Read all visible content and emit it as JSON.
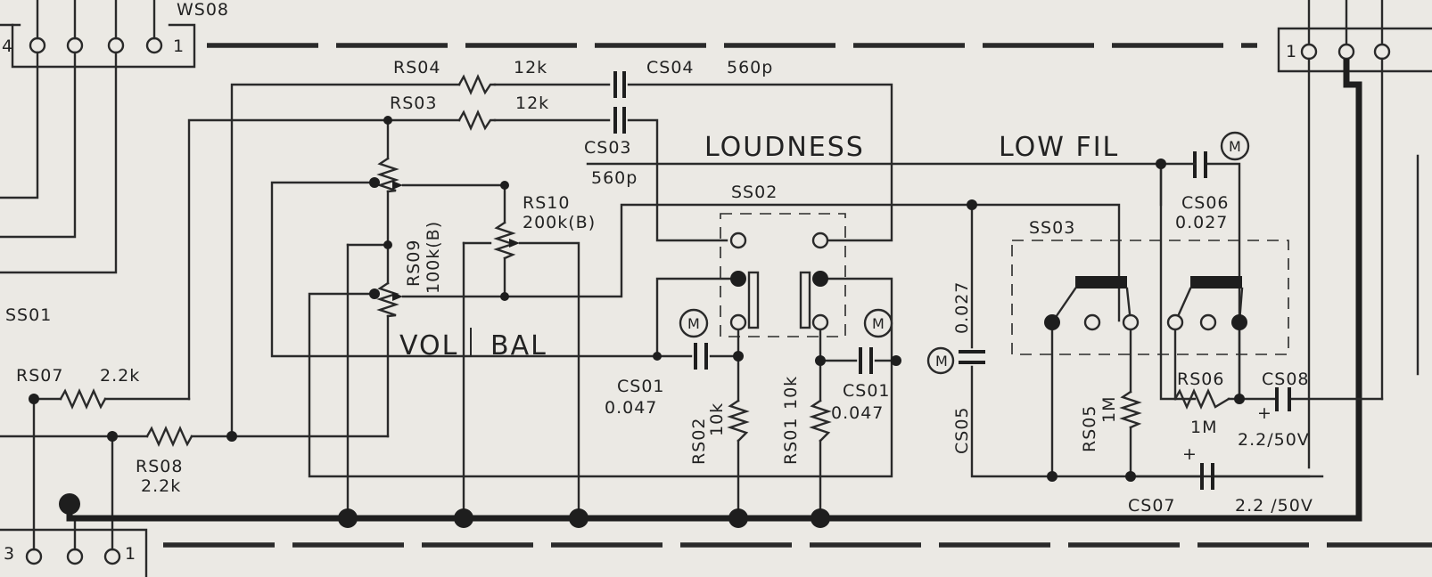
{
  "connectors": {
    "ws08": {
      "name": "WS08",
      "pin_left": "4",
      "pin_right": "1"
    },
    "bottom": {
      "pin_left": "3",
      "pin_right": "1"
    },
    "right": {
      "pin_left": "1"
    }
  },
  "switches": {
    "ss01": "SS01",
    "ss02": "SS02",
    "ss03": "SS03"
  },
  "section_labels": {
    "loudness": "LOUDNESS",
    "low_fil": "LOW FIL",
    "vol": "VOL",
    "bal": "BAL"
  },
  "mylar_marker": "M",
  "components": {
    "rs04": {
      "ref": "RS04",
      "value": "12k"
    },
    "rs03": {
      "ref": "RS03",
      "value": "12k"
    },
    "cs04": {
      "ref": "CS04",
      "value": "560p"
    },
    "cs03": {
      "ref": "CS03",
      "value": "560p"
    },
    "rs10": {
      "ref": "RS10",
      "value": "200k(B)"
    },
    "rs09": {
      "ref": "RS09",
      "value": "100k(B)"
    },
    "rs07": {
      "ref": "RS07",
      "value": "2.2k"
    },
    "rs08": {
      "ref": "RS08",
      "value": "2.2k"
    },
    "cs01_left": {
      "ref": "CS01",
      "value": "0.047"
    },
    "cs01_right": {
      "ref": "CS01",
      "value": "0.047"
    },
    "rs02": {
      "ref": "RS02",
      "value": "10k"
    },
    "rs01": {
      "ref": "RS01",
      "value": "10k"
    },
    "cs05": {
      "ref": "CS05",
      "value": "0.027"
    },
    "cs06": {
      "ref": "CS06",
      "value": "0.027"
    },
    "rs05": {
      "ref": "RS05",
      "value": "1M"
    },
    "rs06": {
      "ref": "RS06",
      "value": "1M"
    },
    "cs08": {
      "ref": "CS08",
      "value": "2.2/50V",
      "polarity": "+"
    },
    "cs07": {
      "ref": "CS07",
      "value": "2.2 /50V",
      "polarity": "+"
    }
  }
}
